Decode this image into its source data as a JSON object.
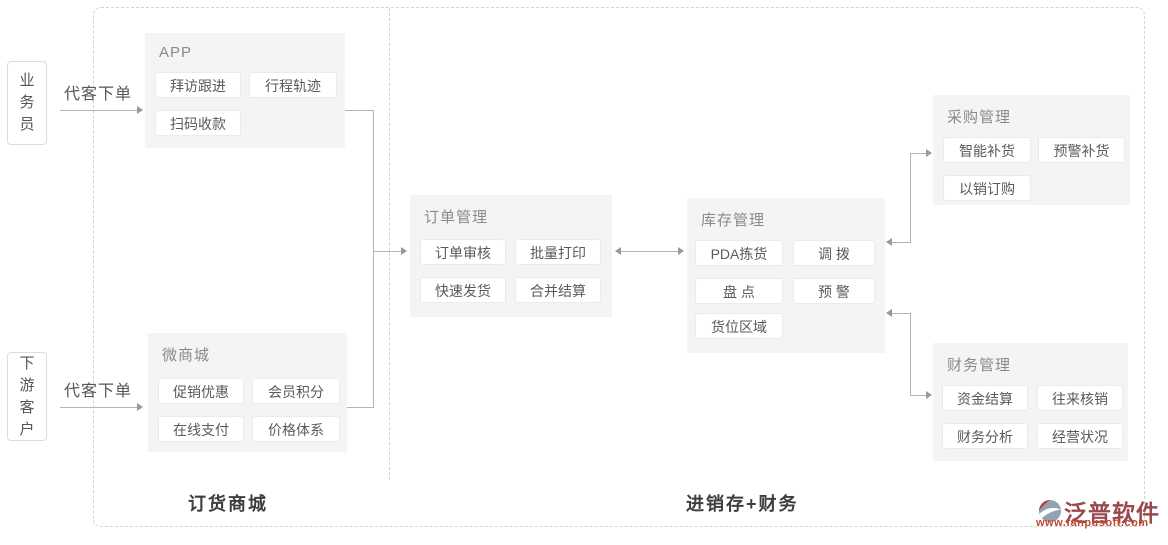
{
  "actors": {
    "salesperson": {
      "label": "业务员",
      "arrow_label": "代客下单"
    },
    "customer": {
      "label": "下游客户",
      "arrow_label": "代客下单"
    }
  },
  "groups": {
    "app": {
      "title": "APP",
      "buttons": [
        "拜访跟进",
        "行程轨迹",
        "扫码收款"
      ]
    },
    "mall": {
      "title": "微商城",
      "buttons": [
        "促销优惠",
        "会员积分",
        "在线支付",
        "价格体系"
      ]
    },
    "order": {
      "title": "订单管理",
      "buttons": [
        "订单审核",
        "批量打印",
        "快速发货",
        "合并结算"
      ]
    },
    "inventory": {
      "title": "库存管理",
      "buttons": [
        "PDA拣货",
        "调 拨",
        "盘 点",
        "预 警",
        "货位区域"
      ]
    },
    "purchase": {
      "title": "采购管理",
      "buttons": [
        "智能补货",
        "预警补货",
        "以销订购"
      ]
    },
    "finance": {
      "title": "财务管理",
      "buttons": [
        "资金结算",
        "往来核销",
        "财务分析",
        "经营状况"
      ]
    }
  },
  "sections": {
    "left": "订货商城",
    "right": "进销存+财务"
  },
  "logo": {
    "name": "泛普软件",
    "url": "www.fanpusoft.com"
  },
  "colors": {
    "group_bg": "#f4f4f4",
    "pill_border": "#ebebeb",
    "connector_line": "#b3b3b3",
    "dashed_border": "#d4d4d4",
    "logo_text": "#9a4a4f",
    "logo_url_text": "#c14b32",
    "logo_icon_slate": "#94a1b5",
    "logo_icon_red": "#b2473e"
  }
}
